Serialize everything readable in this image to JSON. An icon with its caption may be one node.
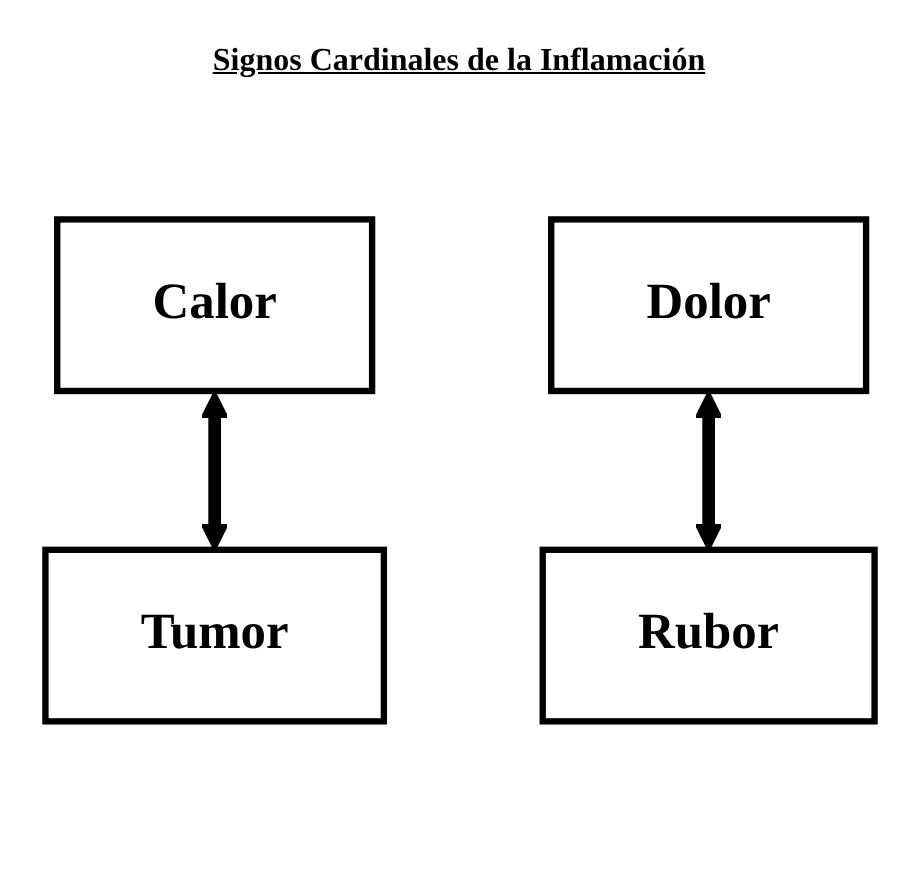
{
  "diagram": {
    "title": "Signos Cardinales de la Inflamación",
    "nodes": [
      {
        "text": [
          "Calor"
        ]
      },
      {
        "text": [
          "Dolor"
        ]
      },
      {
        "text": [
          "Rubor"
        ]
      },
      {
        "text": [
          "Tumor"
        ]
      }
    ],
    "edges": [
      {
        "from": 0,
        "to": 3,
        "arrow": "both"
      },
      {
        "from": 1,
        "to": 2,
        "arrow": "both"
      }
    ]
  }
}
